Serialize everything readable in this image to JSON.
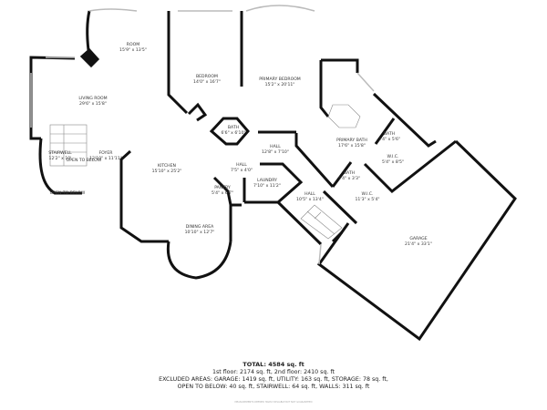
{
  "rooms": [
    {
      "name": "ROOM",
      "dims": "15'9\" x 13'5\""
    },
    {
      "name": "LIVING ROOM",
      "dims": "29'6\" x 15'8\""
    },
    {
      "name": "BEDROOM",
      "dims": "14'0\" x 16'7\""
    },
    {
      "name": "PRIMARY BEDROOM",
      "dims": "15'2\" x 20'11\""
    },
    {
      "name": "BATH",
      "dims": "6'6\" x 6'10\""
    },
    {
      "name": "HALL",
      "dims": "12'8\" x 7'10\""
    },
    {
      "name": "STAIRWELL",
      "dims": "12'2\" x 10'"
    },
    {
      "name": "OPEN TO BELOW",
      "dims": ""
    },
    {
      "name": "FOYER",
      "dims": "12'10\" x 11'11\""
    },
    {
      "name": "KITCHEN",
      "dims": "15'10\" x 25'2\""
    },
    {
      "name": "HALL",
      "dims": "7'5\" x 4'0\""
    },
    {
      "name": "LAUNDRY",
      "dims": "7'10\" x 11'2\""
    },
    {
      "name": "PANTRY",
      "dims": "5'4\" x 6'7\""
    },
    {
      "name": "DINING AREA",
      "dims": "10'10\" x 12'7\""
    },
    {
      "name": "PRIMARY BATH",
      "dims": "17'6\" x 15'8\""
    },
    {
      "name": "BATH",
      "dims": "3'4\" x 5'6\""
    },
    {
      "name": "W.I.C.",
      "dims": "5'4\" x 8'5\""
    },
    {
      "name": "BATH",
      "dims": "5'4\" x 3'3\""
    },
    {
      "name": "W.I.C.",
      "dims": "11'3\" x 5'4\""
    },
    {
      "name": "HALL",
      "dims": "10'5\" x 13'4\""
    },
    {
      "name": "GARAGE",
      "dims": "21'4\" x 33'1\""
    },
    {
      "name": "OPEN TO BELOW",
      "dims": ""
    }
  ],
  "summary": {
    "total": "TOTAL: 4584 sq. ft",
    "floors": "1st floor: 2174 sq. ft, 2nd floor: 2410 sq. ft",
    "excluded": "EXCLUDED AREAS: GARAGE: 1419 sq. ft, UTILITY: 163 sq. ft, STORAGE: 78 sq. ft,",
    "excluded2": "OPEN TO BELOW: 40 sq. ft, STAIRWELL: 64 sq. ft, WALLS: 311 sq. ft",
    "disclaimer": "MEASUREMENTS DEEMED HIGHLY RELIABLE BUT NOT GUARANTEED"
  },
  "colors": {
    "wall": "#111111",
    "window": "#bbbbbb",
    "text": "#333333"
  }
}
